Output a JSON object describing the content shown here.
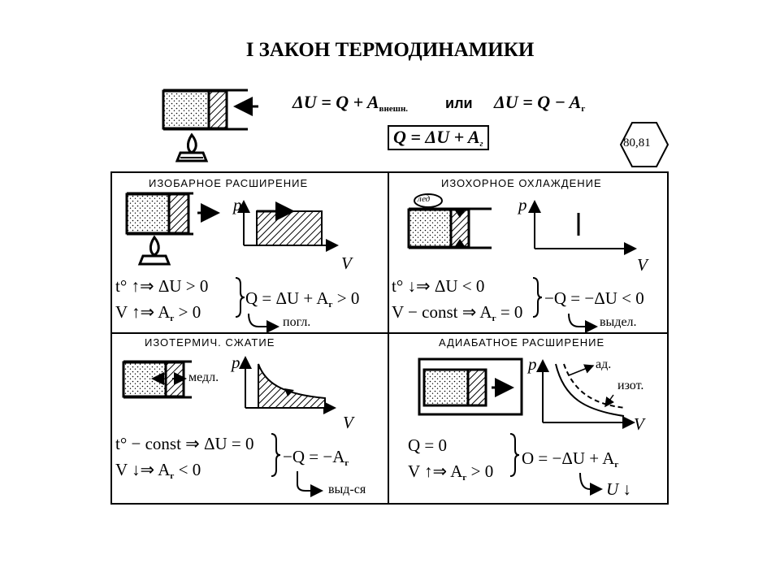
{
  "title": "I ЗАКОН ТЕРМОДИНАМИКИ",
  "header": {
    "formula1": {
      "lhs": "ΔU",
      "rhs": "= Q + A",
      "sub": "внешн."
    },
    "or": "или",
    "formula2": {
      "lhs": "ΔU",
      "rhs": "= Q − A",
      "sub": "г"
    },
    "formula_boxed": {
      "text": "Q = ΔU + A",
      "sub": "г"
    },
    "badge": "80,81"
  },
  "panels": {
    "isobaric": {
      "title": "ИЗОБАРНОЕ РАСШИРЕНИЕ",
      "axis_p": "p",
      "axis_v": "V",
      "line1": "t° ↑⇒ ΔU > 0",
      "line2a": "V ↑⇒ A",
      "line2sub": "г",
      "line2b": " > 0",
      "result_a": "Q = ΔU + A",
      "result_sub": "г",
      "result_b": " > 0",
      "note": "погл."
    },
    "isochoric": {
      "title": "ИЗОХОРНОЕ ОХЛАЖДЕНИЕ",
      "ice_label": "лед",
      "axis_p": "p",
      "axis_v": "V",
      "line1": "t° ↓⇒ ΔU < 0",
      "line2a": "V − const ⇒ A",
      "line2sub": "г",
      "line2b": " = 0",
      "result": "−Q = −ΔU < 0",
      "note": "выдел."
    },
    "isothermal": {
      "title": "ИЗОТЕРМИЧ. СЖАТИЕ",
      "slow_label": "медл.",
      "axis_p": "p",
      "axis_v": "V",
      "line1": "t° − const ⇒ ΔU = 0",
      "line2a": "V ↓⇒ A",
      "line2sub": "г",
      "line2b": " < 0",
      "result_a": "−Q = −A",
      "result_sub": "г",
      "note": "выд-ся"
    },
    "adiabatic": {
      "title": "АДИАБАТНОЕ РАСШИРЕНИЕ",
      "axis_p": "p",
      "axis_v": "V",
      "curve_adiabat": "ад.",
      "curve_isotherm": "изот.",
      "line1": "Q = 0",
      "line2a": "V ↑⇒ A",
      "line2sub": "г",
      "line2b": " > 0",
      "result_a": "O = −ΔU + A",
      "result_sub": "г",
      "note": "U ↓"
    }
  }
}
